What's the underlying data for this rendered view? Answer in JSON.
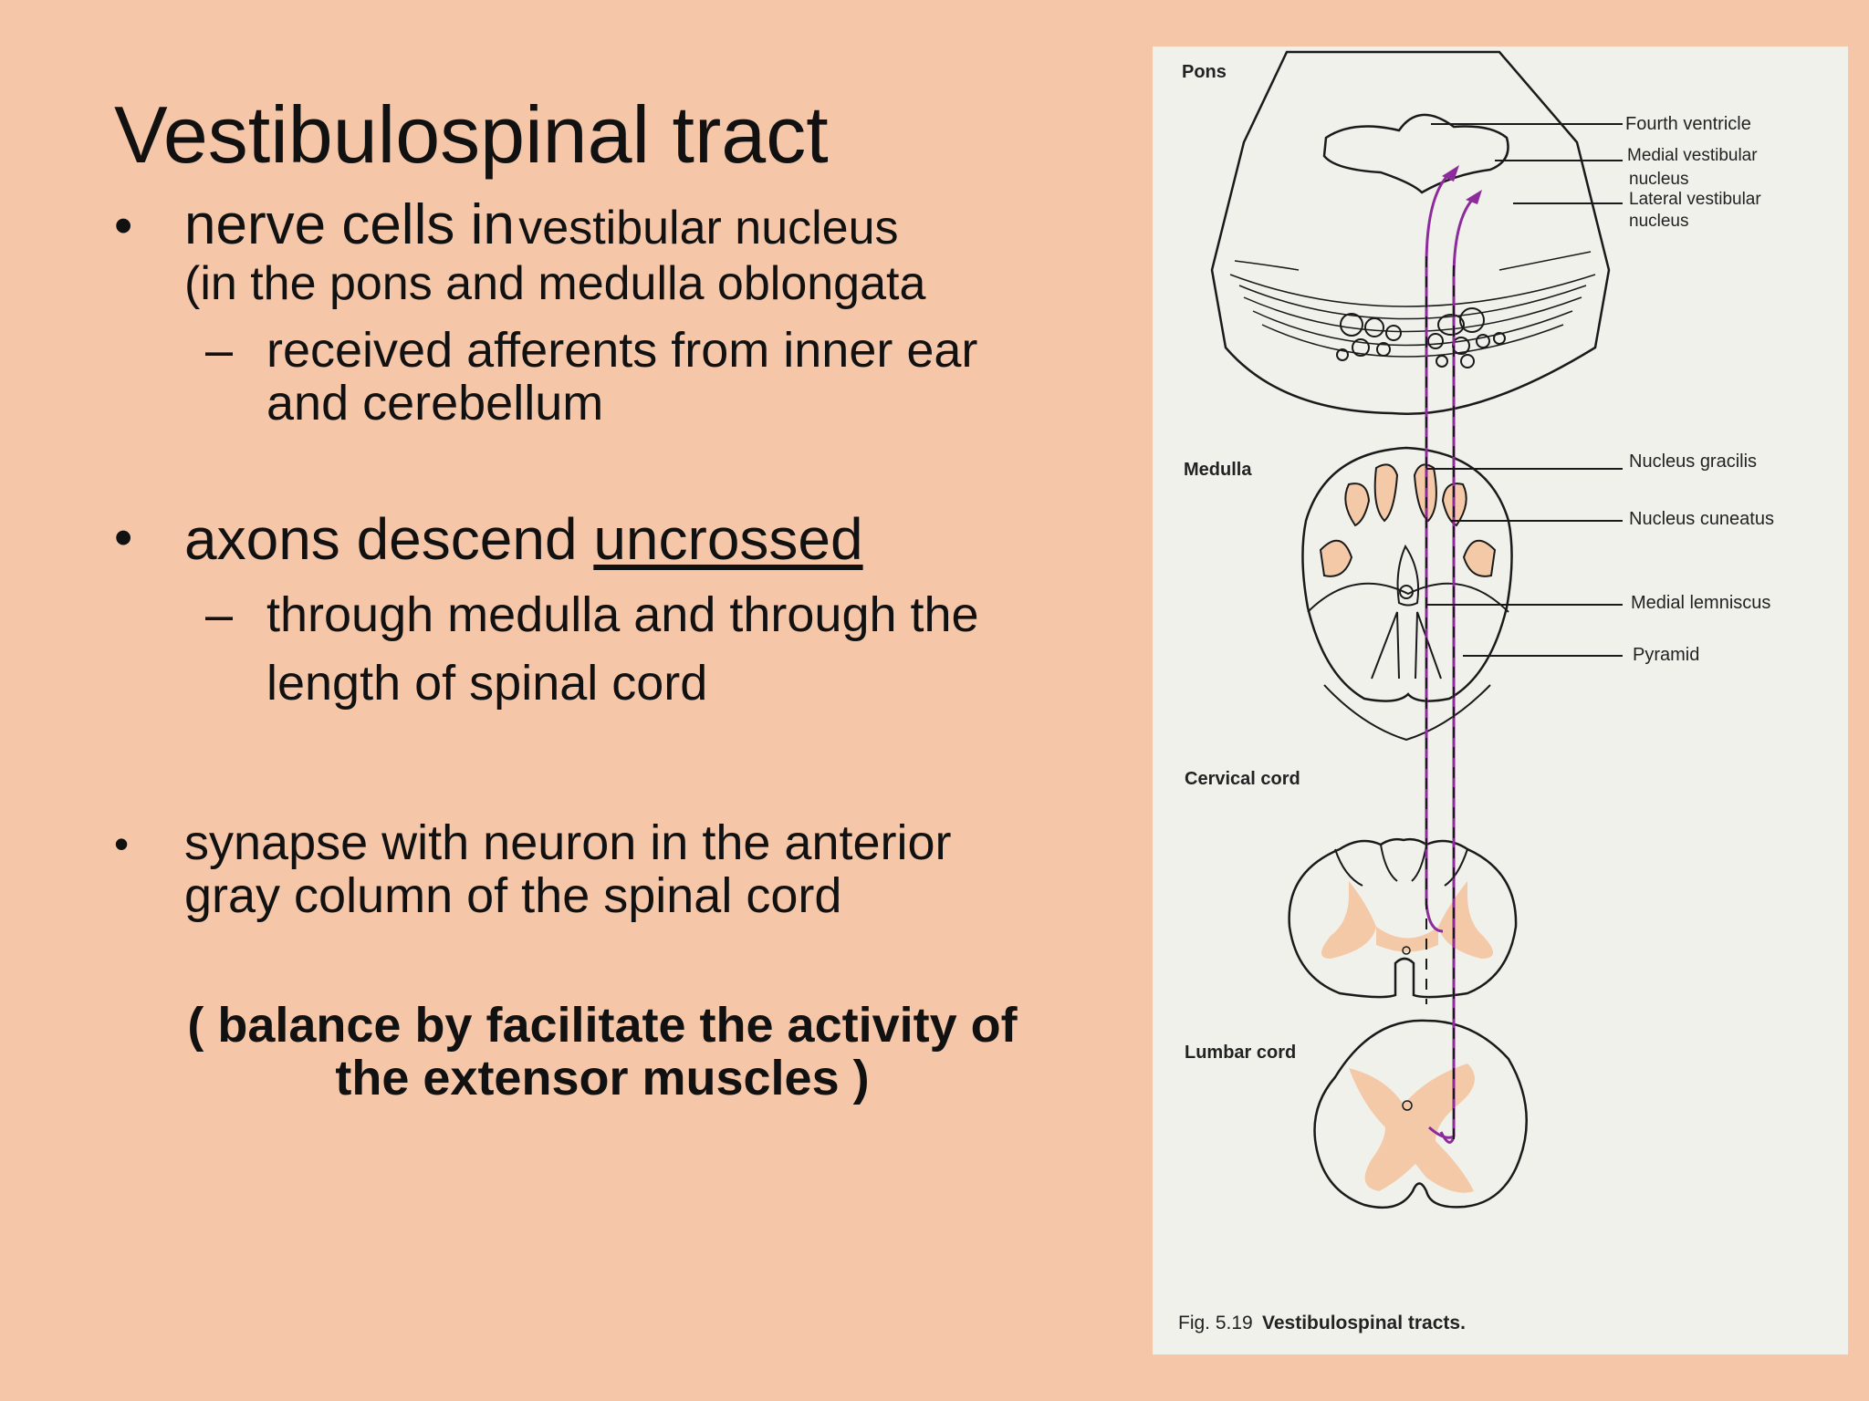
{
  "slide": {
    "title": "Vestibulospinal tract",
    "b1_lead": "nerve cells in",
    "b1_small": "vestibular nucleus",
    "b1_line2": "(in the pons and medulla oblongata",
    "b1_sub_line1": "received afferents from inner ear",
    "b1_sub_line2": "and cerebellum",
    "b2_lead": "axons descend",
    "b2_underlined": "uncrossed",
    "b2_sub_line1": "through medulla and through the",
    "b2_sub_line2": "length of spinal cord",
    "b3_line1": "synapse with neuron in the anterior",
    "b3_line2": "gray column of the spinal cord",
    "note_line1": "( balance by facilitate the activity of",
    "note_line2": "the extensor muscles )",
    "bullet_glyph": "•",
    "dash_glyph": "–"
  },
  "figure": {
    "section_labels": [
      "Pons",
      "Medulla",
      "Cervical cord",
      "Lumbar cord"
    ],
    "labels": {
      "fourth_ventricle": "Fourth ventricle",
      "medial_vestibular_1": "Medial vestibular",
      "medial_vestibular_2": "nucleus",
      "lateral_vestibular_1": "Lateral vestibular",
      "lateral_vestibular_2": "nucleus",
      "nucleus_gracilis": "Nucleus gracilis",
      "nucleus_cuneatus": "Nucleus cuneatus",
      "medial_lemniscus": "Medial lemniscus",
      "pyramid": "Pyramid"
    },
    "caption_fig": "Fig. 5.19",
    "caption_title": "Vestibulospinal tracts.",
    "colors": {
      "background": "#f1f1ec",
      "tract": "#8e2b9c",
      "gray_matter": "#f3c9a8",
      "outline": "#1a1a1a"
    }
  }
}
